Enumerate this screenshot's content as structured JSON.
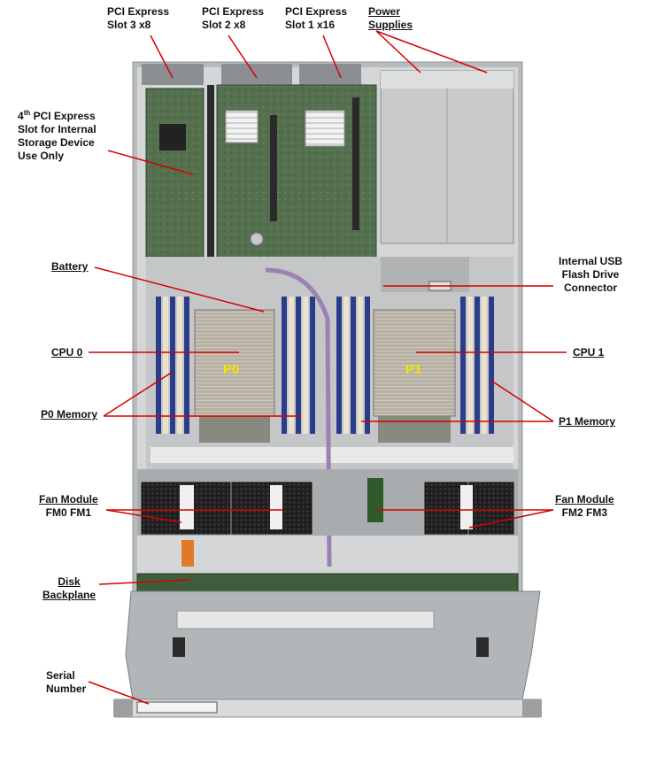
{
  "labels": {
    "pci3": {
      "line1": "PCI Express",
      "line2": "Slot 3  x8"
    },
    "pci2": {
      "line1": "PCI Express",
      "line2": "Slot 2  x8"
    },
    "pci1": {
      "line1": "PCI Express",
      "line2": "Slot 1  x16"
    },
    "power": {
      "line1": "Power",
      "line2": "Supplies"
    },
    "pci4": {
      "line1_base": "4",
      "line1_sup": "th",
      "line1_rest": " PCI Express",
      "line2": "Slot for Internal",
      "line3": "Storage Device",
      "line4": "Use Only"
    },
    "battery": "Battery",
    "usb": {
      "line1": "Internal USB",
      "line2": "Flash Drive",
      "line3": "Connector"
    },
    "cpu0": "CPU 0",
    "cpu1": "CPU 1",
    "p0_memory": "P0 Memory",
    "p1_memory": "P1 Memory",
    "fan_left": {
      "line1": "Fan Module",
      "line2": "FM0   FM1"
    },
    "fan_right": {
      "line1": "Fan Module",
      "line2": "FM2   FM3"
    },
    "disk": {
      "line1": "Disk",
      "line2": "Backplane"
    },
    "serial": {
      "line1": "Serial",
      "line2": "Number"
    }
  },
  "chip_labels": {
    "p0": "P0",
    "p1": "P1"
  },
  "colors": {
    "callout_line": "#d40000",
    "chip_label": "#f4e600",
    "board": "#4f6b4a",
    "chassis": "#c9cbcc",
    "dimm": "#2b3d8a"
  }
}
